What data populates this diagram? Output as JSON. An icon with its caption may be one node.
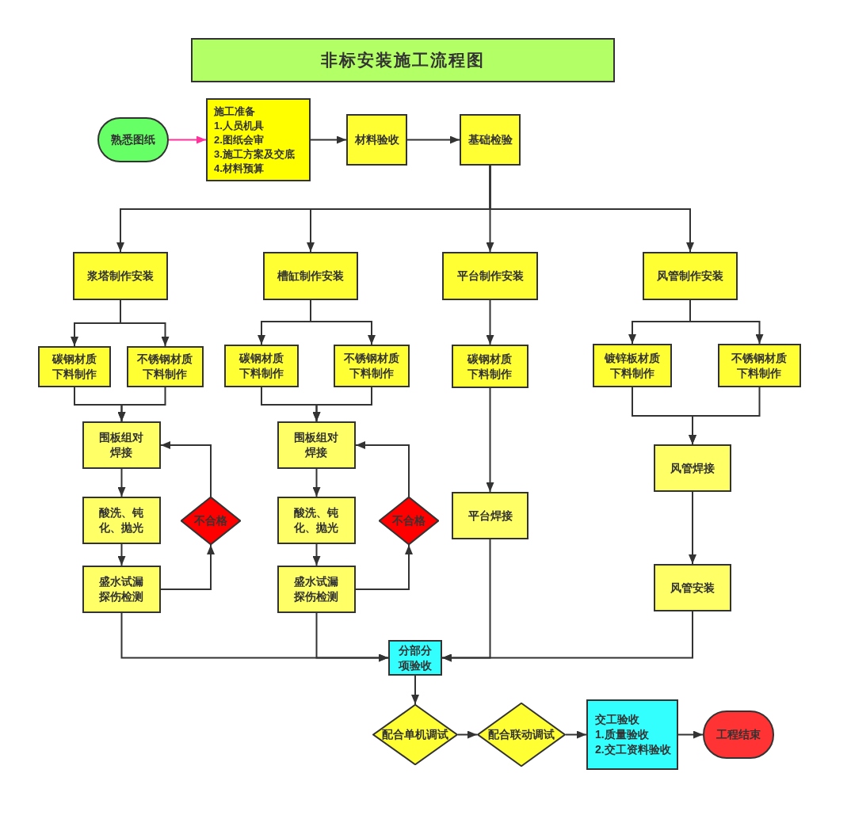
{
  "diagram": {
    "title": "非标安装施工流程图",
    "nodes": [
      {
        "text": [
          "熟悉图纸"
        ]
      },
      {
        "text": [
          "施工准备",
          "1.人员机具",
          "2.图纸会审",
          "3.施工方案及交底",
          "4.材料预算"
        ]
      },
      {
        "text": [
          "材料验收"
        ]
      },
      {
        "text": [
          "基础检验"
        ]
      },
      {
        "text": [
          "浆塔制作安装"
        ]
      },
      {
        "text": [
          "槽缸制作安装"
        ]
      },
      {
        "text": [
          "平台制作安装"
        ]
      },
      {
        "text": [
          "风管制作安装"
        ]
      },
      {
        "text": [
          "碳钢材质下料制作"
        ]
      },
      {
        "text": [
          "不锈钢材质下料制作"
        ]
      },
      {
        "text": [
          "碳钢材质下料制作"
        ]
      },
      {
        "text": [
          "不锈钢材质下料制作"
        ]
      },
      {
        "text": [
          "碳钢材质下料制作"
        ]
      },
      {
        "text": [
          "镀锌板材质下料制作"
        ]
      },
      {
        "text": [
          "不锈钢材质下料制作"
        ]
      },
      {
        "text": [
          "围板组对焊接"
        ]
      },
      {
        "text": [
          "酸洗、钝化、抛光"
        ]
      },
      {
        "text": [
          "盛水试漏探伤检测"
        ]
      },
      {
        "text": [
          "不合格"
        ]
      },
      {
        "text": [
          "围板组对焊接"
        ]
      },
      {
        "text": [
          "酸洗、钝化、抛光"
        ]
      },
      {
        "text": [
          "盛水试漏探伤检测"
        ]
      },
      {
        "text": [
          "不合格"
        ]
      },
      {
        "text": [
          "平台焊接"
        ]
      },
      {
        "text": [
          "风管焊接"
        ]
      },
      {
        "text": [
          "风管安装"
        ]
      },
      {
        "text": [
          "分部分项验收"
        ]
      },
      {
        "text": [
          "配合单机调试"
        ]
      },
      {
        "text": [
          "配合联动调试"
        ]
      },
      {
        "text": [
          "交工验收",
          "1.质量验收",
          "2.交工资料验收"
        ]
      },
      {
        "text": [
          "工程结束"
        ]
      }
    ],
    "edges": [
      {
        "from": 0,
        "to": 1,
        "arrow": "to",
        "color": "#ff3399"
      },
      {
        "from": 1,
        "to": 2,
        "arrow": "to"
      },
      {
        "from": 2,
        "to": 3,
        "arrow": "to"
      },
      {
        "from": 3,
        "to": 4,
        "arrow": "to"
      },
      {
        "from": 3,
        "to": 5,
        "arrow": "to"
      },
      {
        "from": 3,
        "to": 6,
        "arrow": "to"
      },
      {
        "from": 3,
        "to": 7,
        "arrow": "to"
      },
      {
        "from": 4,
        "to": 8,
        "arrow": "to"
      },
      {
        "from": 4,
        "to": 9,
        "arrow": "to"
      },
      {
        "from": 5,
        "to": 10,
        "arrow": "to"
      },
      {
        "from": 5,
        "to": 11,
        "arrow": "to"
      },
      {
        "from": 6,
        "to": 12,
        "arrow": "to"
      },
      {
        "from": 7,
        "to": 13,
        "arrow": "to"
      },
      {
        "from": 7,
        "to": 14,
        "arrow": "to"
      },
      {
        "from": 8,
        "to": 15,
        "arrow": "to"
      },
      {
        "from": 9,
        "to": 15,
        "arrow": "to"
      },
      {
        "from": 10,
        "to": 19,
        "arrow": "to"
      },
      {
        "from": 11,
        "to": 19,
        "arrow": "to"
      },
      {
        "from": 12,
        "to": 23,
        "arrow": "to"
      },
      {
        "from": 13,
        "to": 24,
        "arrow": "to"
      },
      {
        "from": 14,
        "to": 24,
        "arrow": "to"
      },
      {
        "from": 15,
        "to": 16,
        "arrow": "to"
      },
      {
        "from": 16,
        "to": 17,
        "arrow": "to"
      },
      {
        "from": 17,
        "to": 18,
        "arrow": "to"
      },
      {
        "from": 18,
        "to": 15,
        "arrow": "to"
      },
      {
        "from": 19,
        "to": 20,
        "arrow": "to"
      },
      {
        "from": 20,
        "to": 21,
        "arrow": "to"
      },
      {
        "from": 21,
        "to": 22,
        "arrow": "to"
      },
      {
        "from": 22,
        "to": 19,
        "arrow": "to"
      },
      {
        "from": 24,
        "to": 25,
        "arrow": "to"
      },
      {
        "from": 17,
        "to": 26,
        "arrow": "to"
      },
      {
        "from": 21,
        "to": 26,
        "arrow": "to"
      },
      {
        "from": 23,
        "to": 26,
        "arrow": "to"
      },
      {
        "from": 25,
        "to": 26,
        "arrow": "to"
      },
      {
        "from": 26,
        "to": 27,
        "arrow": "to"
      },
      {
        "from": 27,
        "to": 28,
        "arrow": "to"
      },
      {
        "from": 28,
        "to": 29,
        "arrow": "to"
      },
      {
        "from": 29,
        "to": 30,
        "arrow": "to"
      }
    ]
  }
}
